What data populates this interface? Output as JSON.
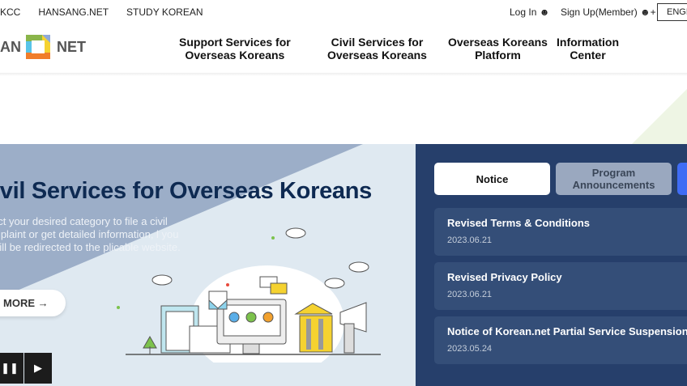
{
  "utility_links": [
    "KCC",
    "HANSANG.NET",
    "STUDY KOREAN"
  ],
  "account": {
    "login": "Log In",
    "signup": "Sign Up(Member)",
    "language": "ENGL"
  },
  "logo": {
    "left": "AN",
    "right": "NET"
  },
  "nav": [
    {
      "line1": "Support Services for",
      "line2": "Overseas Koreans"
    },
    {
      "line1": "Civil Services for",
      "line2": "Overseas Koreans"
    },
    {
      "line1": "Overseas Koreans",
      "line2": "Platform"
    },
    {
      "line1": "Information",
      "line2": "Center"
    }
  ],
  "hero": {
    "title": "ivil Services for Overseas Koreans",
    "description": "ect your desired category to file a civil mplaint or get detailed information, l you will be redirected to the plicable website.",
    "more_label": "MORE",
    "pause_icon": "pause-icon",
    "play_icon": "play-icon"
  },
  "notice_panel": {
    "tabs": [
      {
        "label": "Notice",
        "active": true
      },
      {
        "label": "Program Announcements",
        "active": false
      }
    ],
    "items": [
      {
        "title": "Revised Terms & Conditions",
        "date": "2023.06.21"
      },
      {
        "title": "Revised Privacy Policy",
        "date": "2023.06.21"
      },
      {
        "title": "Notice of Korean.net Partial Service Suspension",
        "date": "2023.05.24"
      }
    ]
  },
  "colors": {
    "panel": "#263f6b",
    "hero_bg": "#dfe9f1",
    "title": "#0e2a52",
    "accent_blue": "#3f6cf5"
  }
}
